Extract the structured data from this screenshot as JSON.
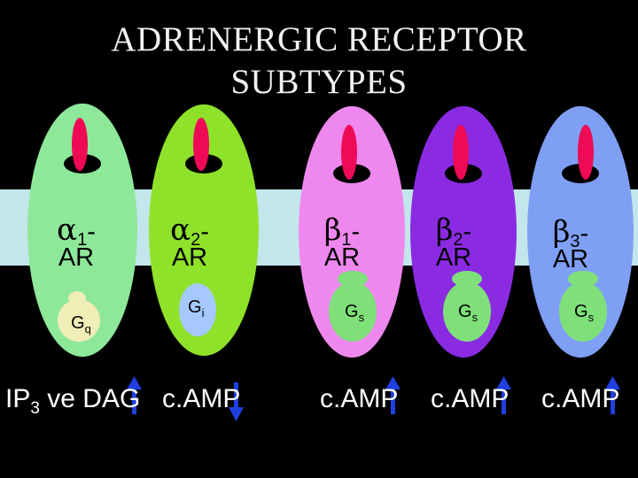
{
  "title": {
    "line1": "ADRENERGIC RECEPTOR",
    "line2": "SUBTYPES"
  },
  "colors": {
    "background": "#000000",
    "membrane": "#c3e6ec",
    "ligand": "#ee0a55",
    "alpha1": "#8ee89a",
    "alpha2": "#8fe22a",
    "beta1": "#ee88ee",
    "beta2": "#8a2be2",
    "beta3": "#7f9ff5",
    "arrow": "#1f3fe0"
  },
  "receptors": [
    {
      "symbol": "α",
      "sub": "1",
      "dash": "-",
      "unit": "AR",
      "g_letter": "G",
      "g_sub": "q",
      "g_color": "#f0eeb6",
      "effect_arrow": "up"
    },
    {
      "symbol": "α",
      "sub": "2",
      "dash": "-",
      "unit": "AR",
      "g_letter": "G",
      "g_sub": "i",
      "g_color": "#a5c8ff",
      "effect_arrow": "down"
    },
    {
      "symbol": "β",
      "sub": "1",
      "dash": "-",
      "unit": "AR",
      "g_letter": "G",
      "g_sub": "s",
      "g_color": "#7fe07a",
      "effect_arrow": "up"
    },
    {
      "symbol": "β",
      "sub": "2",
      "dash": "-",
      "unit": "AR",
      "g_letter": "G",
      "g_sub": "s",
      "g_color": "#7fe07a",
      "effect_arrow": "up"
    },
    {
      "symbol": "β",
      "sub": "3",
      "dash": "-",
      "unit": "AR",
      "g_letter": "G",
      "g_sub": "s",
      "g_color": "#7fe07a",
      "effect_arrow": "up"
    }
  ],
  "effects": {
    "alpha1": {
      "main": "IP",
      "sub": "3",
      "rest": " ve DAG"
    },
    "alpha2": "c.AMP",
    "beta1": "c.AMP",
    "beta2": "c.AMP",
    "beta3": "c.AMP"
  }
}
